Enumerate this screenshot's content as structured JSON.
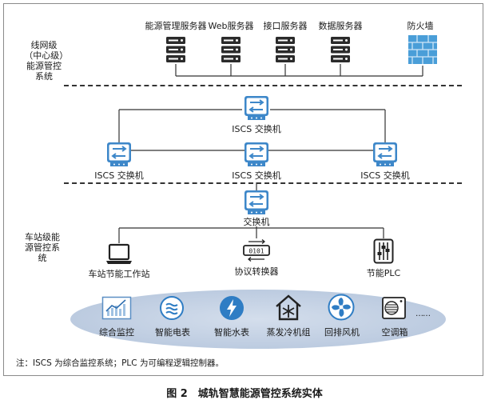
{
  "zones": {
    "line_level": "线网级（中心级）能源管控系统",
    "station_level": "车站级能源管控系统"
  },
  "servers": [
    {
      "label": "能源管理服务器",
      "icon": "server-icon"
    },
    {
      "label": "Web服务器",
      "icon": "server-icon"
    },
    {
      "label": "接口服务器",
      "icon": "server-icon"
    },
    {
      "label": "数据服务器",
      "icon": "server-icon"
    },
    {
      "label": "防火墙",
      "icon": "firewall-icon"
    }
  ],
  "switches": {
    "top": "ISCS 交换机",
    "left": "ISCS 交换机",
    "middle": "ISCS 交换机",
    "right": "ISCS 交换机",
    "station": "交换机"
  },
  "station_devices": [
    {
      "label": "车站节能工作站",
      "icon": "laptop-icon"
    },
    {
      "label": "协议转换器",
      "icon": "protocol-converter-icon"
    },
    {
      "label": "节能PLC",
      "icon": "plc-icon"
    }
  ],
  "field_devices": [
    {
      "label": "综合监控",
      "icon": "monitor-chart-icon"
    },
    {
      "label": "智能电表",
      "icon": "meter-icon"
    },
    {
      "label": "智能水表",
      "icon": "lightning-icon"
    },
    {
      "label": "蒸发冷机组",
      "icon": "snowflake-house-icon"
    },
    {
      "label": "回排风机",
      "icon": "fan-icon"
    },
    {
      "label": "空调箱",
      "icon": "ac-unit-icon"
    }
  ],
  "ellipsis": "……",
  "note": "注：ISCS 为综合监控系统；PLC 为可编程逻辑控制器。",
  "caption": "图 2　城轨智慧能源管控系统实体",
  "colors": {
    "switch_blue": "#3d87c9",
    "icon_blue": "#2f7dc4",
    "firewall_blue": "#4a9ed8",
    "ellipse": "#c3d1e5"
  }
}
